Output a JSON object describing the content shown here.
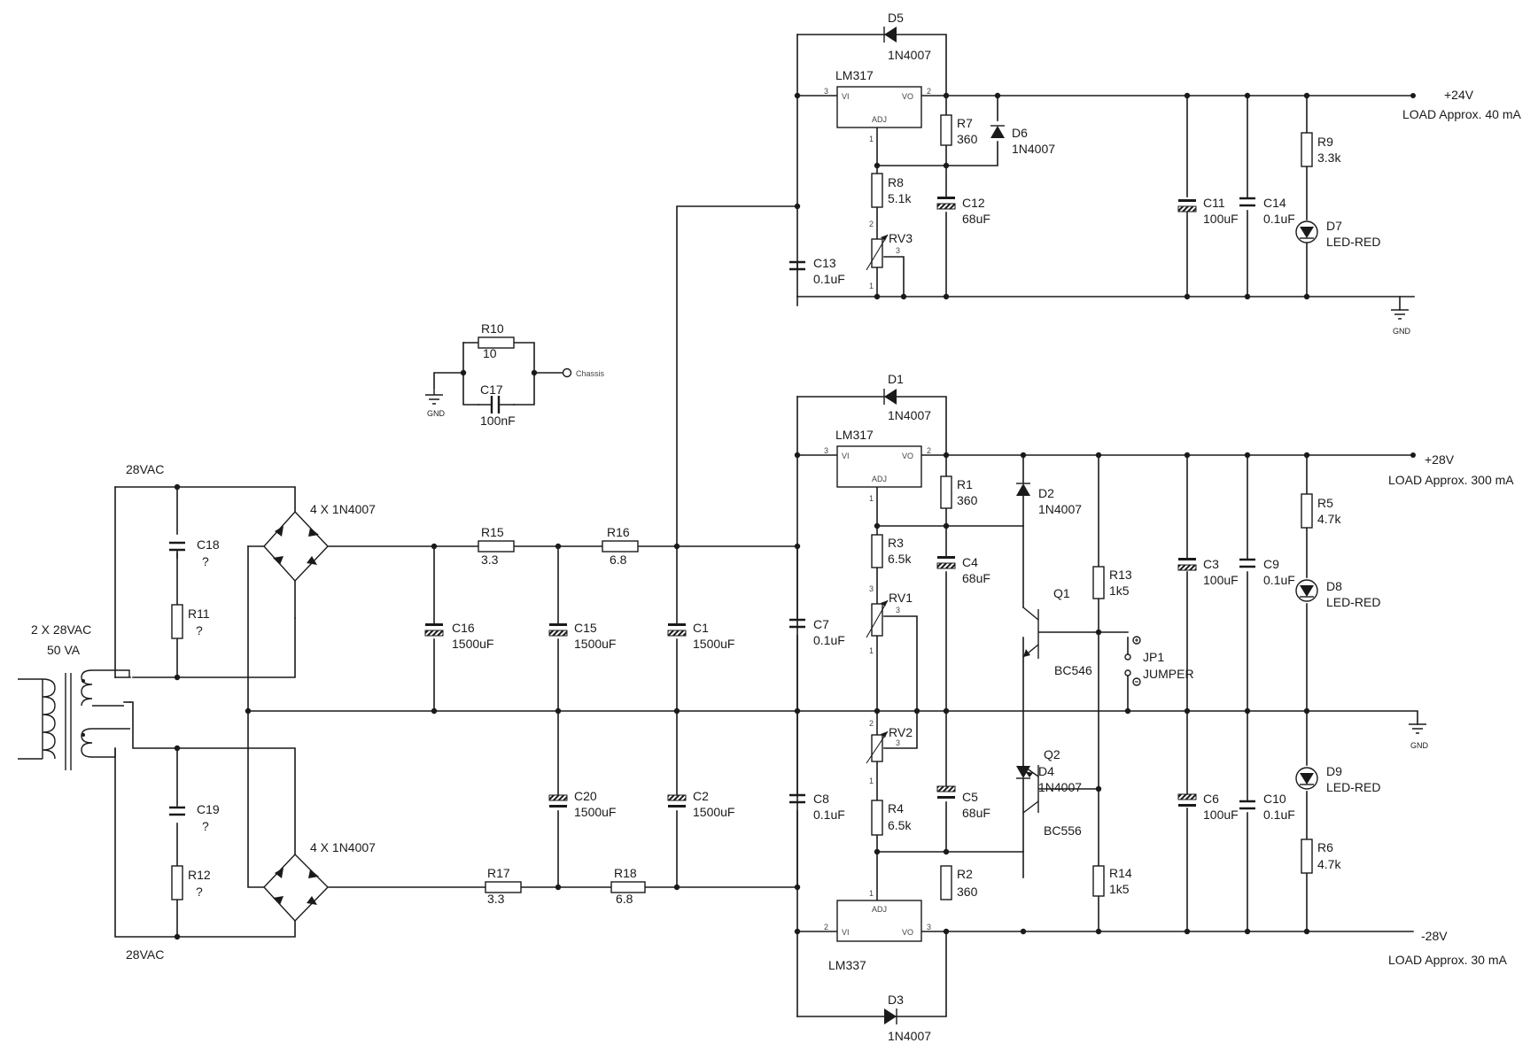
{
  "power": {
    "p24": "+24V",
    "p24_load": "LOAD Approx. 40 mA",
    "p28": "+28V",
    "p28_load": "LOAD Approx. 300 mA",
    "n28": "-28V",
    "n28_load": "LOAD  Approx. 30 mA",
    "gnd": "GND",
    "chassis": "Chassis"
  },
  "transformer": {
    "name": "2 X 28VAC",
    "rating": "50 VA",
    "ac_top": "28VAC",
    "ac_bottom": "28VAC"
  },
  "bridges": {
    "top": "4 X 1N4007",
    "bottom": "4 X 1N4007"
  },
  "regulators": {
    "u24": "LM317",
    "u28p": "LM317",
    "u28n": "LM337"
  },
  "pins": {
    "vi": "VI",
    "vo": "VO",
    "adj": "ADJ",
    "p1": "1",
    "p2": "2",
    "p3": "3"
  },
  "resistors": [
    {
      "ref": "R1",
      "val": "360"
    },
    {
      "ref": "R2",
      "val": "360"
    },
    {
      "ref": "R3",
      "val": "6.5k"
    },
    {
      "ref": "R4",
      "val": "6.5k"
    },
    {
      "ref": "R5",
      "val": "4.7k"
    },
    {
      "ref": "R6",
      "val": "4.7k"
    },
    {
      "ref": "R7",
      "val": "360"
    },
    {
      "ref": "R8",
      "val": "5.1k"
    },
    {
      "ref": "R9",
      "val": "3.3k"
    },
    {
      "ref": "R10",
      "val": "10"
    },
    {
      "ref": "R11",
      "val": "?"
    },
    {
      "ref": "R12",
      "val": "?"
    },
    {
      "ref": "R13",
      "val": "1k5"
    },
    {
      "ref": "R14",
      "val": "1k5"
    },
    {
      "ref": "R15",
      "val": "3.3"
    },
    {
      "ref": "R16",
      "val": "6.8"
    },
    {
      "ref": "R17",
      "val": "3.3"
    },
    {
      "ref": "R18",
      "val": "6.8"
    }
  ],
  "capacitors": [
    {
      "ref": "C1",
      "val": "1500uF"
    },
    {
      "ref": "C2",
      "val": "1500uF"
    },
    {
      "ref": "C3",
      "val": "100uF"
    },
    {
      "ref": "C4",
      "val": "68uF"
    },
    {
      "ref": "C5",
      "val": "68uF"
    },
    {
      "ref": "C6",
      "val": "100uF"
    },
    {
      "ref": "C7",
      "val": "0.1uF"
    },
    {
      "ref": "C8",
      "val": "0.1uF"
    },
    {
      "ref": "C9",
      "val": "0.1uF"
    },
    {
      "ref": "C10",
      "val": "0.1uF"
    },
    {
      "ref": "C11",
      "val": "100uF"
    },
    {
      "ref": "C12",
      "val": "68uF"
    },
    {
      "ref": "C13",
      "val": "0.1uF"
    },
    {
      "ref": "C14",
      "val": "0.1uF"
    },
    {
      "ref": "C15",
      "val": "1500uF"
    },
    {
      "ref": "C16",
      "val": "1500uF"
    },
    {
      "ref": "C17",
      "val": "100nF"
    },
    {
      "ref": "C18",
      "val": "?"
    },
    {
      "ref": "C19",
      "val": "?"
    },
    {
      "ref": "C20",
      "val": "1500uF"
    }
  ],
  "diodes": [
    {
      "ref": "D1",
      "val": "1N4007"
    },
    {
      "ref": "D2",
      "val": "1N4007"
    },
    {
      "ref": "D3",
      "val": "1N4007"
    },
    {
      "ref": "D4",
      "val": "1N4007"
    },
    {
      "ref": "D5",
      "val": "1N4007"
    },
    {
      "ref": "D6",
      "val": "1N4007"
    },
    {
      "ref": "D7",
      "val": "LED-RED"
    },
    {
      "ref": "D8",
      "val": "LED-RED"
    },
    {
      "ref": "D9",
      "val": "LED-RED"
    }
  ],
  "trimmers": [
    {
      "ref": "RV1"
    },
    {
      "ref": "RV2"
    },
    {
      "ref": "RV3"
    }
  ],
  "transistors": [
    {
      "ref": "Q1",
      "val": "BC546"
    },
    {
      "ref": "Q2",
      "val": "BC556"
    }
  ],
  "jumper": {
    "ref": "JP1",
    "val": "JUMPER"
  }
}
